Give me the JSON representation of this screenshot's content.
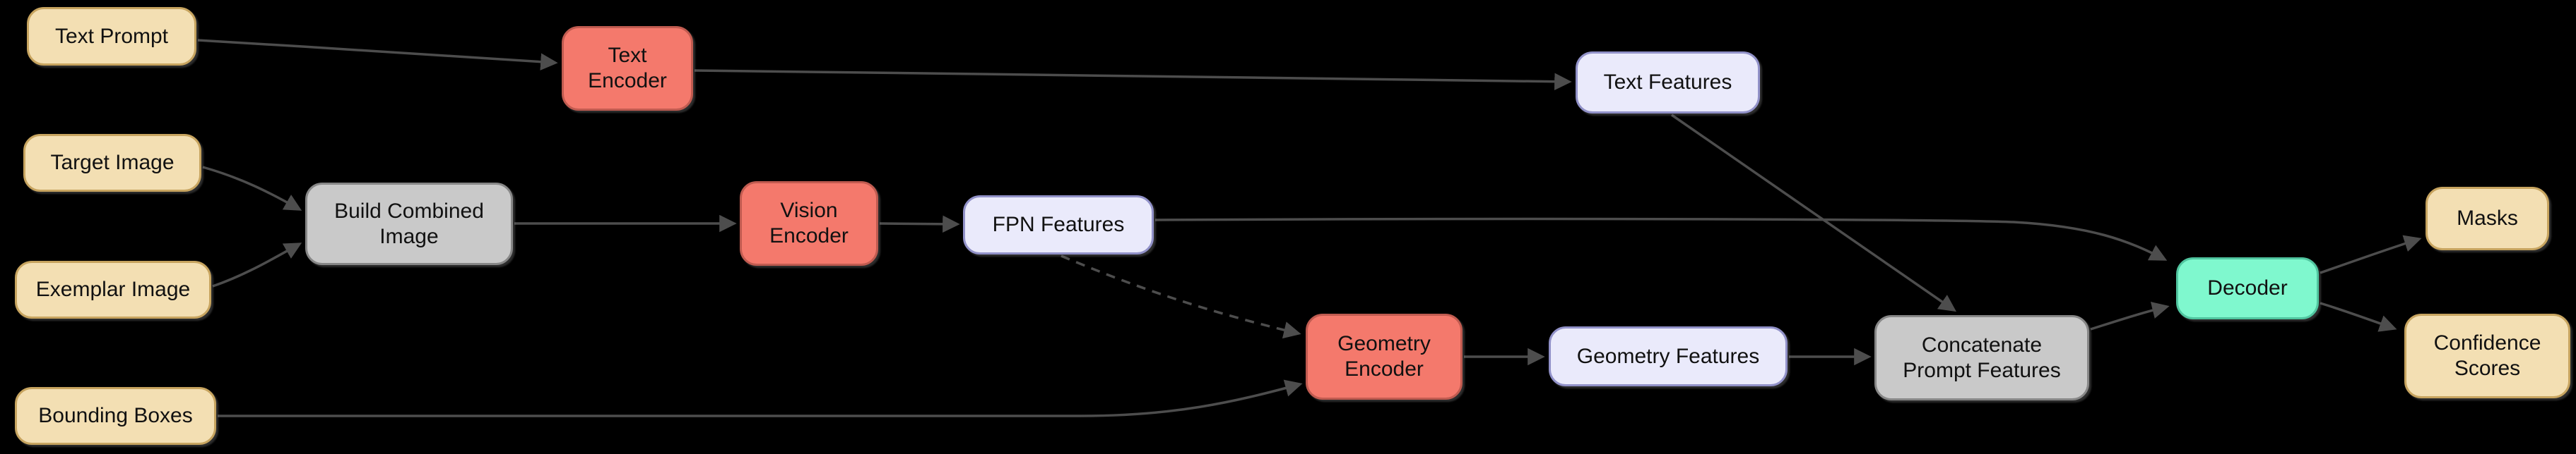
{
  "diagram": {
    "background_color": "#000000",
    "edge_color": "#4D4D4D",
    "text_color": "#111111",
    "node_styles": {
      "input_output": {
        "fill": "#F3DFB3",
        "border": "#C7A45F"
      },
      "encoder": {
        "fill": "#F4796C",
        "border": "#C05B50"
      },
      "features": {
        "fill": "#EAEAFB",
        "border": "#9191C8"
      },
      "operation": {
        "fill": "#C9C9C9",
        "border": "#878787"
      },
      "decoder": {
        "fill": "#7FF8CE",
        "border": "#50C59F"
      }
    },
    "nodes": {
      "text_prompt": {
        "label": "Text Prompt",
        "role": "input_output"
      },
      "target_image": {
        "label": "Target Image",
        "role": "input_output"
      },
      "exemplar_image": {
        "label": "Exemplar Image",
        "role": "input_output"
      },
      "bounding_boxes": {
        "label": "Bounding Boxes",
        "role": "input_output"
      },
      "text_encoder": {
        "label": "Text\nEncoder",
        "role": "encoder"
      },
      "build_combined": {
        "label": "Build Combined\nImage",
        "role": "operation"
      },
      "vision_encoder": {
        "label": "Vision\nEncoder",
        "role": "encoder"
      },
      "fpn_features": {
        "label": "FPN Features",
        "role": "features"
      },
      "geometry_encoder": {
        "label": "Geometry\nEncoder",
        "role": "encoder"
      },
      "text_features": {
        "label": "Text Features",
        "role": "features"
      },
      "geometry_features": {
        "label": "Geometry Features",
        "role": "features"
      },
      "concat_prompt": {
        "label": "Concatenate\nPrompt Features",
        "role": "operation"
      },
      "decoder": {
        "label": "Decoder",
        "role": "decoder"
      },
      "masks": {
        "label": "Masks",
        "role": "input_output"
      },
      "confidence_scores": {
        "label": "Confidence\nScores",
        "role": "input_output"
      }
    },
    "edges": [
      {
        "from": "text_prompt",
        "to": "text_encoder",
        "style": "solid"
      },
      {
        "from": "text_encoder",
        "to": "text_features",
        "style": "solid"
      },
      {
        "from": "target_image",
        "to": "build_combined",
        "style": "solid"
      },
      {
        "from": "exemplar_image",
        "to": "build_combined",
        "style": "solid"
      },
      {
        "from": "build_combined",
        "to": "vision_encoder",
        "style": "solid"
      },
      {
        "from": "vision_encoder",
        "to": "fpn_features",
        "style": "solid"
      },
      {
        "from": "fpn_features",
        "to": "decoder",
        "style": "solid"
      },
      {
        "from": "fpn_features",
        "to": "geometry_encoder",
        "style": "dashed"
      },
      {
        "from": "bounding_boxes",
        "to": "geometry_encoder",
        "style": "solid"
      },
      {
        "from": "geometry_encoder",
        "to": "geometry_features",
        "style": "solid"
      },
      {
        "from": "geometry_features",
        "to": "concat_prompt",
        "style": "solid"
      },
      {
        "from": "text_features",
        "to": "concat_prompt",
        "style": "solid"
      },
      {
        "from": "concat_prompt",
        "to": "decoder",
        "style": "solid"
      },
      {
        "from": "decoder",
        "to": "masks",
        "style": "solid"
      },
      {
        "from": "decoder",
        "to": "confidence_scores",
        "style": "solid"
      }
    ]
  }
}
